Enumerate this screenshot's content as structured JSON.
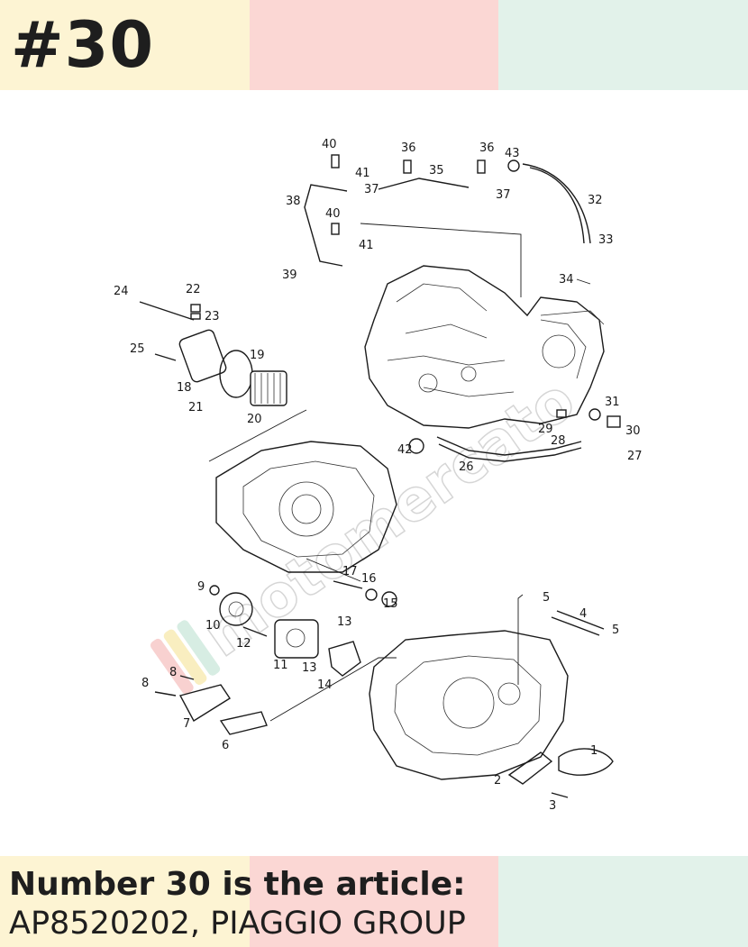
{
  "header": {
    "number_title": "#30"
  },
  "diagram": {
    "callouts": [
      "1",
      "2",
      "3",
      "4",
      "5",
      "5",
      "6",
      "7",
      "8",
      "8",
      "9",
      "10",
      "11",
      "12",
      "13",
      "13",
      "14",
      "15",
      "16",
      "17",
      "18",
      "19",
      "20",
      "21",
      "22",
      "23",
      "24",
      "25",
      "26",
      "27",
      "28",
      "29",
      "30",
      "31",
      "32",
      "33",
      "34",
      "35",
      "36",
      "36",
      "37",
      "37",
      "38",
      "39",
      "40",
      "40",
      "41",
      "41",
      "42",
      "43"
    ],
    "watermark": "motomercato"
  },
  "caption": {
    "line1": "Number 30 is the article:",
    "line2": "AP8520202, PIAGGIO GROUP"
  },
  "colors": {
    "band_yellow": "#fdf4d3",
    "band_pink": "#fbd7d4",
    "band_green": "#e2f2ea",
    "text": "#1e1e1e"
  }
}
